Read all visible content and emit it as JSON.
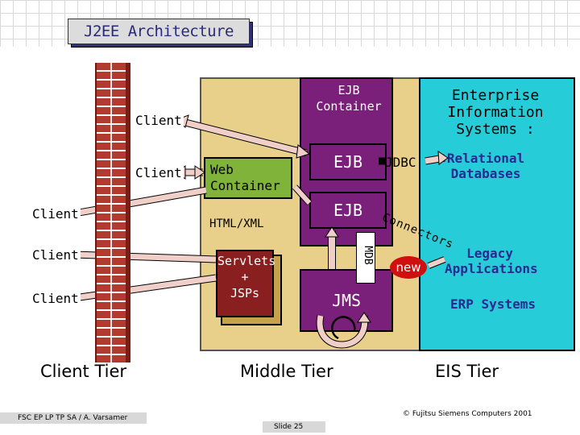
{
  "title": "J2EE Architecture",
  "clients": [
    "Client",
    "Client",
    "Client",
    "Client",
    "Client"
  ],
  "ejb_container": {
    "line1": "EJB",
    "line2": "Container"
  },
  "ejb_boxes": [
    "EJB",
    "EJB"
  ],
  "web_container": {
    "line1": "Web",
    "line2": "Container"
  },
  "html_xml": "HTML/XML",
  "servlets": {
    "line1": "Servlets",
    "line2": "+",
    "line3": "JSPs"
  },
  "jms": "JMS",
  "mdb": "MDB",
  "eis": {
    "heading": [
      "Enterprise",
      "Information",
      "Systems :"
    ],
    "relational": [
      "Relational",
      "Databases"
    ],
    "legacy": [
      "Legacy",
      "Applications"
    ],
    "erp": "ERP Systems"
  },
  "jdbc": "JDBC",
  "connectors": "Connectors",
  "new_badge": "new",
  "tiers": {
    "client": "Client Tier",
    "middle": "Middle Tier",
    "eis": "EIS Tier"
  },
  "footer": {
    "author": "FSC EP LP TP SA / A. Varsamer",
    "copyright": "© Fujitsu Siemens Computers 2001",
    "slide": "Slide 25"
  },
  "colors": {
    "title_text": "#2a2a7a",
    "ejb_purple": "#7a1f7a",
    "web_green": "#7fb33a",
    "middle_tan": "#e8d08a",
    "eis_cyan": "#26ccd8",
    "wall_red": "#b33a2e",
    "new_red": "#d01010",
    "eis_text_blue": "#2a2a90"
  }
}
